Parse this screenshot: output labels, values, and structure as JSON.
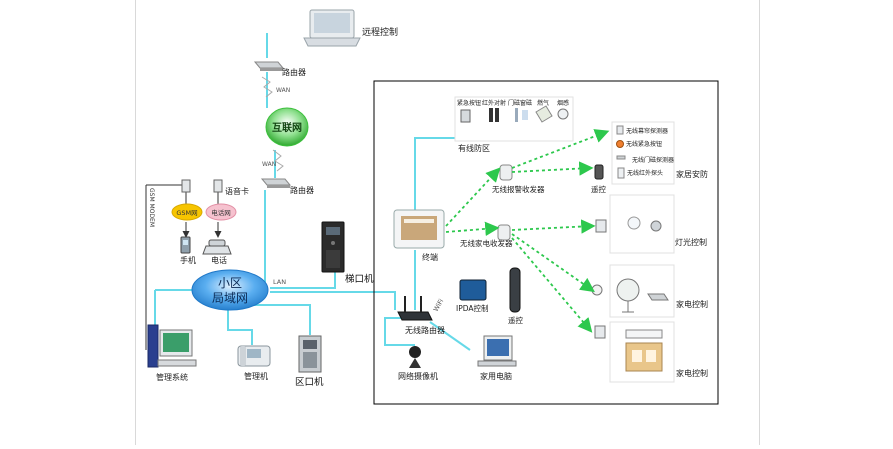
{
  "labels": {
    "remote_control": "远程控制",
    "router_top": "路由器",
    "wan_top": "WAN",
    "internet": "互联网",
    "wan_mid": "WAN",
    "router_mid": "路由器",
    "gsm_modem": "GSM MODEM",
    "gsm_network": "GSM网",
    "voice_card": "语音卡",
    "phone_network": "电话网",
    "mobile_phone": "手机",
    "telephone": "电话",
    "lan_line1": "小区",
    "lan_line2": "局域网",
    "lan_text": "LAN",
    "elevator_unit": "梯口机",
    "management_system": "管理系统",
    "management_unit": "管理机",
    "zone_unit": "区口机",
    "wired_zone": "有线防区",
    "wired_sensors": [
      "紧急按钮",
      "红外对射",
      "门磁窗磁",
      "燃气",
      "烟感"
    ],
    "wireless_alarm_receiver": "无线报警收发器",
    "remote_alarm": "遥控",
    "security_items": [
      "无线幕帘探测器",
      "无线紧急按钮",
      "无线门磁探测器",
      "无线红外探头"
    ],
    "home_security": "家居安防",
    "terminal": "终端",
    "wireless_appliance_transceiver": "无线家电收发器",
    "lighting_control": "灯光控制",
    "appliance_control_1": "家电控制",
    "appliance_control_2": "家电控制",
    "wifi": "WiFi",
    "ipda_control": "IPDA控制",
    "remote_control_2": "遥控",
    "wireless_router": "无线路由器",
    "network_camera": "网络摄像机",
    "home_pc": "家用电脑"
  },
  "colors": {
    "link_cyan": "#66d9e8",
    "wireless_green": "#2dc84d",
    "internet_green": "#3cc13c",
    "lan_blue": "#2b8fe0",
    "gsm_yellow": "#f7c500",
    "phone_pink": "#f09cb0",
    "home_frame": "#000000"
  }
}
